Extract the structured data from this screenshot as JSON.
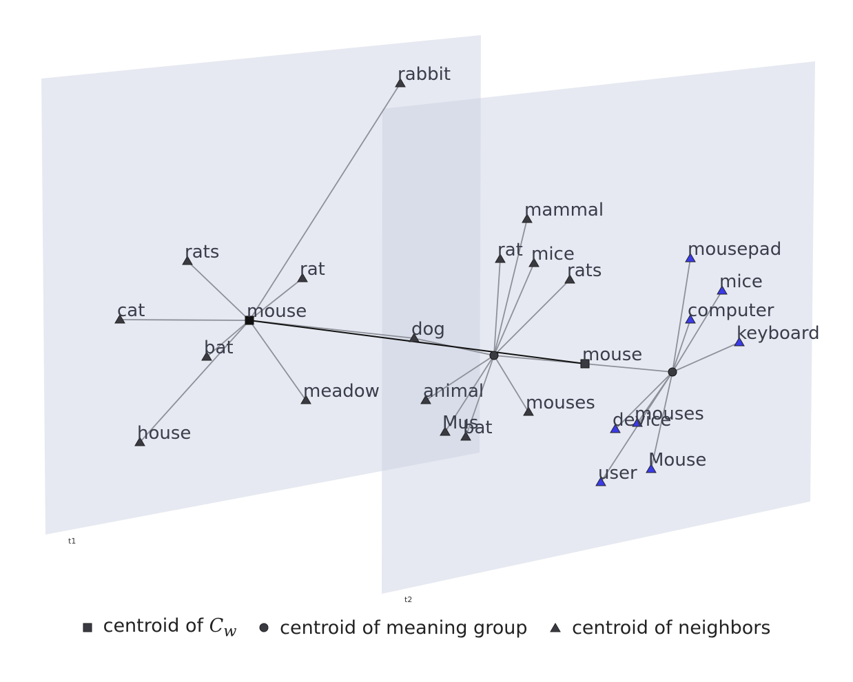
{
  "planes": [
    {
      "id": "t1",
      "label": "t1"
    },
    {
      "id": "t2",
      "label": "t2"
    }
  ],
  "nodes": [
    {
      "id": "t1_mouse",
      "label": "mouse",
      "shape": "square",
      "color": "#111111"
    },
    {
      "id": "t1_rabbit",
      "label": "rabbit",
      "shape": "triangle",
      "color": "#3a3a42"
    },
    {
      "id": "t1_rats",
      "label": "rats",
      "shape": "triangle",
      "color": "#3a3a42"
    },
    {
      "id": "t1_rat",
      "label": "rat",
      "shape": "triangle",
      "color": "#3a3a42"
    },
    {
      "id": "t1_cat",
      "label": "cat",
      "shape": "triangle",
      "color": "#3a3a42"
    },
    {
      "id": "t1_bat",
      "label": "bat",
      "shape": "triangle",
      "color": "#3a3a42"
    },
    {
      "id": "t1_meadow",
      "label": "meadow",
      "shape": "triangle",
      "color": "#3a3a42"
    },
    {
      "id": "t1_house",
      "label": "house",
      "shape": "triangle",
      "color": "#3a3a42"
    },
    {
      "id": "t1_dog",
      "label": "dog",
      "shape": "triangle",
      "color": "#3a3a42"
    },
    {
      "id": "g_animal",
      "label": "",
      "shape": "circle",
      "color": "#3a3a42"
    },
    {
      "id": "t2_mammal",
      "label": "mammal",
      "shape": "triangle",
      "color": "#3a3a42"
    },
    {
      "id": "t2_rat",
      "label": "rat",
      "shape": "triangle",
      "color": "#3a3a42"
    },
    {
      "id": "t2_mice",
      "label": "mice",
      "shape": "triangle",
      "color": "#3a3a42"
    },
    {
      "id": "t2_rats",
      "label": "rats",
      "shape": "triangle",
      "color": "#3a3a42"
    },
    {
      "id": "t2_animal",
      "label": "animal",
      "shape": "triangle",
      "color": "#3a3a42"
    },
    {
      "id": "t2_mus",
      "label": "Mus",
      "shape": "triangle",
      "color": "#3a3a42"
    },
    {
      "id": "t2_bat",
      "label": "bat",
      "shape": "triangle",
      "color": "#3a3a42"
    },
    {
      "id": "t2_mouses",
      "label": "mouses",
      "shape": "triangle",
      "color": "#3a3a42"
    },
    {
      "id": "t2_mouse",
      "label": "mouse",
      "shape": "square",
      "color": "#3a3a42"
    },
    {
      "id": "g_tech",
      "label": "",
      "shape": "circle",
      "color": "#3a3a42"
    },
    {
      "id": "c_mousepad",
      "label": "mousepad",
      "shape": "triangle",
      "color": "#3b3be8"
    },
    {
      "id": "c_mice",
      "label": "mice",
      "shape": "triangle",
      "color": "#3b3be8"
    },
    {
      "id": "c_computer",
      "label": "computer",
      "shape": "triangle",
      "color": "#3b3be8"
    },
    {
      "id": "c_keyboard",
      "label": "keyboard",
      "shape": "triangle",
      "color": "#3b3be8"
    },
    {
      "id": "c_device",
      "label": "device",
      "shape": "triangle",
      "color": "#3b3be8"
    },
    {
      "id": "c_mouses",
      "label": "mouses",
      "shape": "triangle",
      "color": "#3b3be8"
    },
    {
      "id": "c_Mouse",
      "label": "Mouse",
      "shape": "triangle",
      "color": "#3b3be8"
    },
    {
      "id": "c_user",
      "label": "user",
      "shape": "triangle",
      "color": "#3b3be8"
    }
  ],
  "edges": [
    [
      "t1_mouse",
      "t1_rabbit"
    ],
    [
      "t1_mouse",
      "t1_rats"
    ],
    [
      "t1_mouse",
      "t1_rat"
    ],
    [
      "t1_mouse",
      "t1_cat"
    ],
    [
      "t1_mouse",
      "t1_bat"
    ],
    [
      "t1_mouse",
      "t1_meadow"
    ],
    [
      "t1_mouse",
      "t1_house"
    ],
    [
      "t1_mouse",
      "t1_dog"
    ],
    [
      "t1_dog",
      "g_animal"
    ],
    [
      "g_animal",
      "t2_mammal"
    ],
    [
      "g_animal",
      "t2_rat"
    ],
    [
      "g_animal",
      "t2_mice"
    ],
    [
      "g_animal",
      "t2_rats"
    ],
    [
      "g_animal",
      "t2_animal"
    ],
    [
      "g_animal",
      "t2_mus"
    ],
    [
      "g_animal",
      "t2_bat"
    ],
    [
      "g_animal",
      "t2_mouses"
    ],
    [
      "g_animal",
      "t2_mouse"
    ],
    [
      "t2_mouse",
      "g_tech"
    ],
    [
      "g_tech",
      "c_mousepad"
    ],
    [
      "g_tech",
      "c_mice"
    ],
    [
      "g_tech",
      "c_computer"
    ],
    [
      "g_tech",
      "c_keyboard"
    ],
    [
      "g_tech",
      "c_device"
    ],
    [
      "g_tech",
      "c_mouses"
    ],
    [
      "g_tech",
      "c_Mouse"
    ],
    [
      "g_tech",
      "c_user"
    ]
  ],
  "trajectory": [
    "t1_mouse",
    "t2_mouse"
  ],
  "legend": {
    "square_text": "centroid of ",
    "square_math": "C",
    "square_sub": "w",
    "circle_text": "centroid of meaning group",
    "triangle_text": "centroid of neighbors"
  },
  "colors": {
    "plane_fill": "#c8cfe0",
    "edge": "#8e9099",
    "trajectory": "#111111",
    "highlight_triangle": "#3b3be8"
  }
}
